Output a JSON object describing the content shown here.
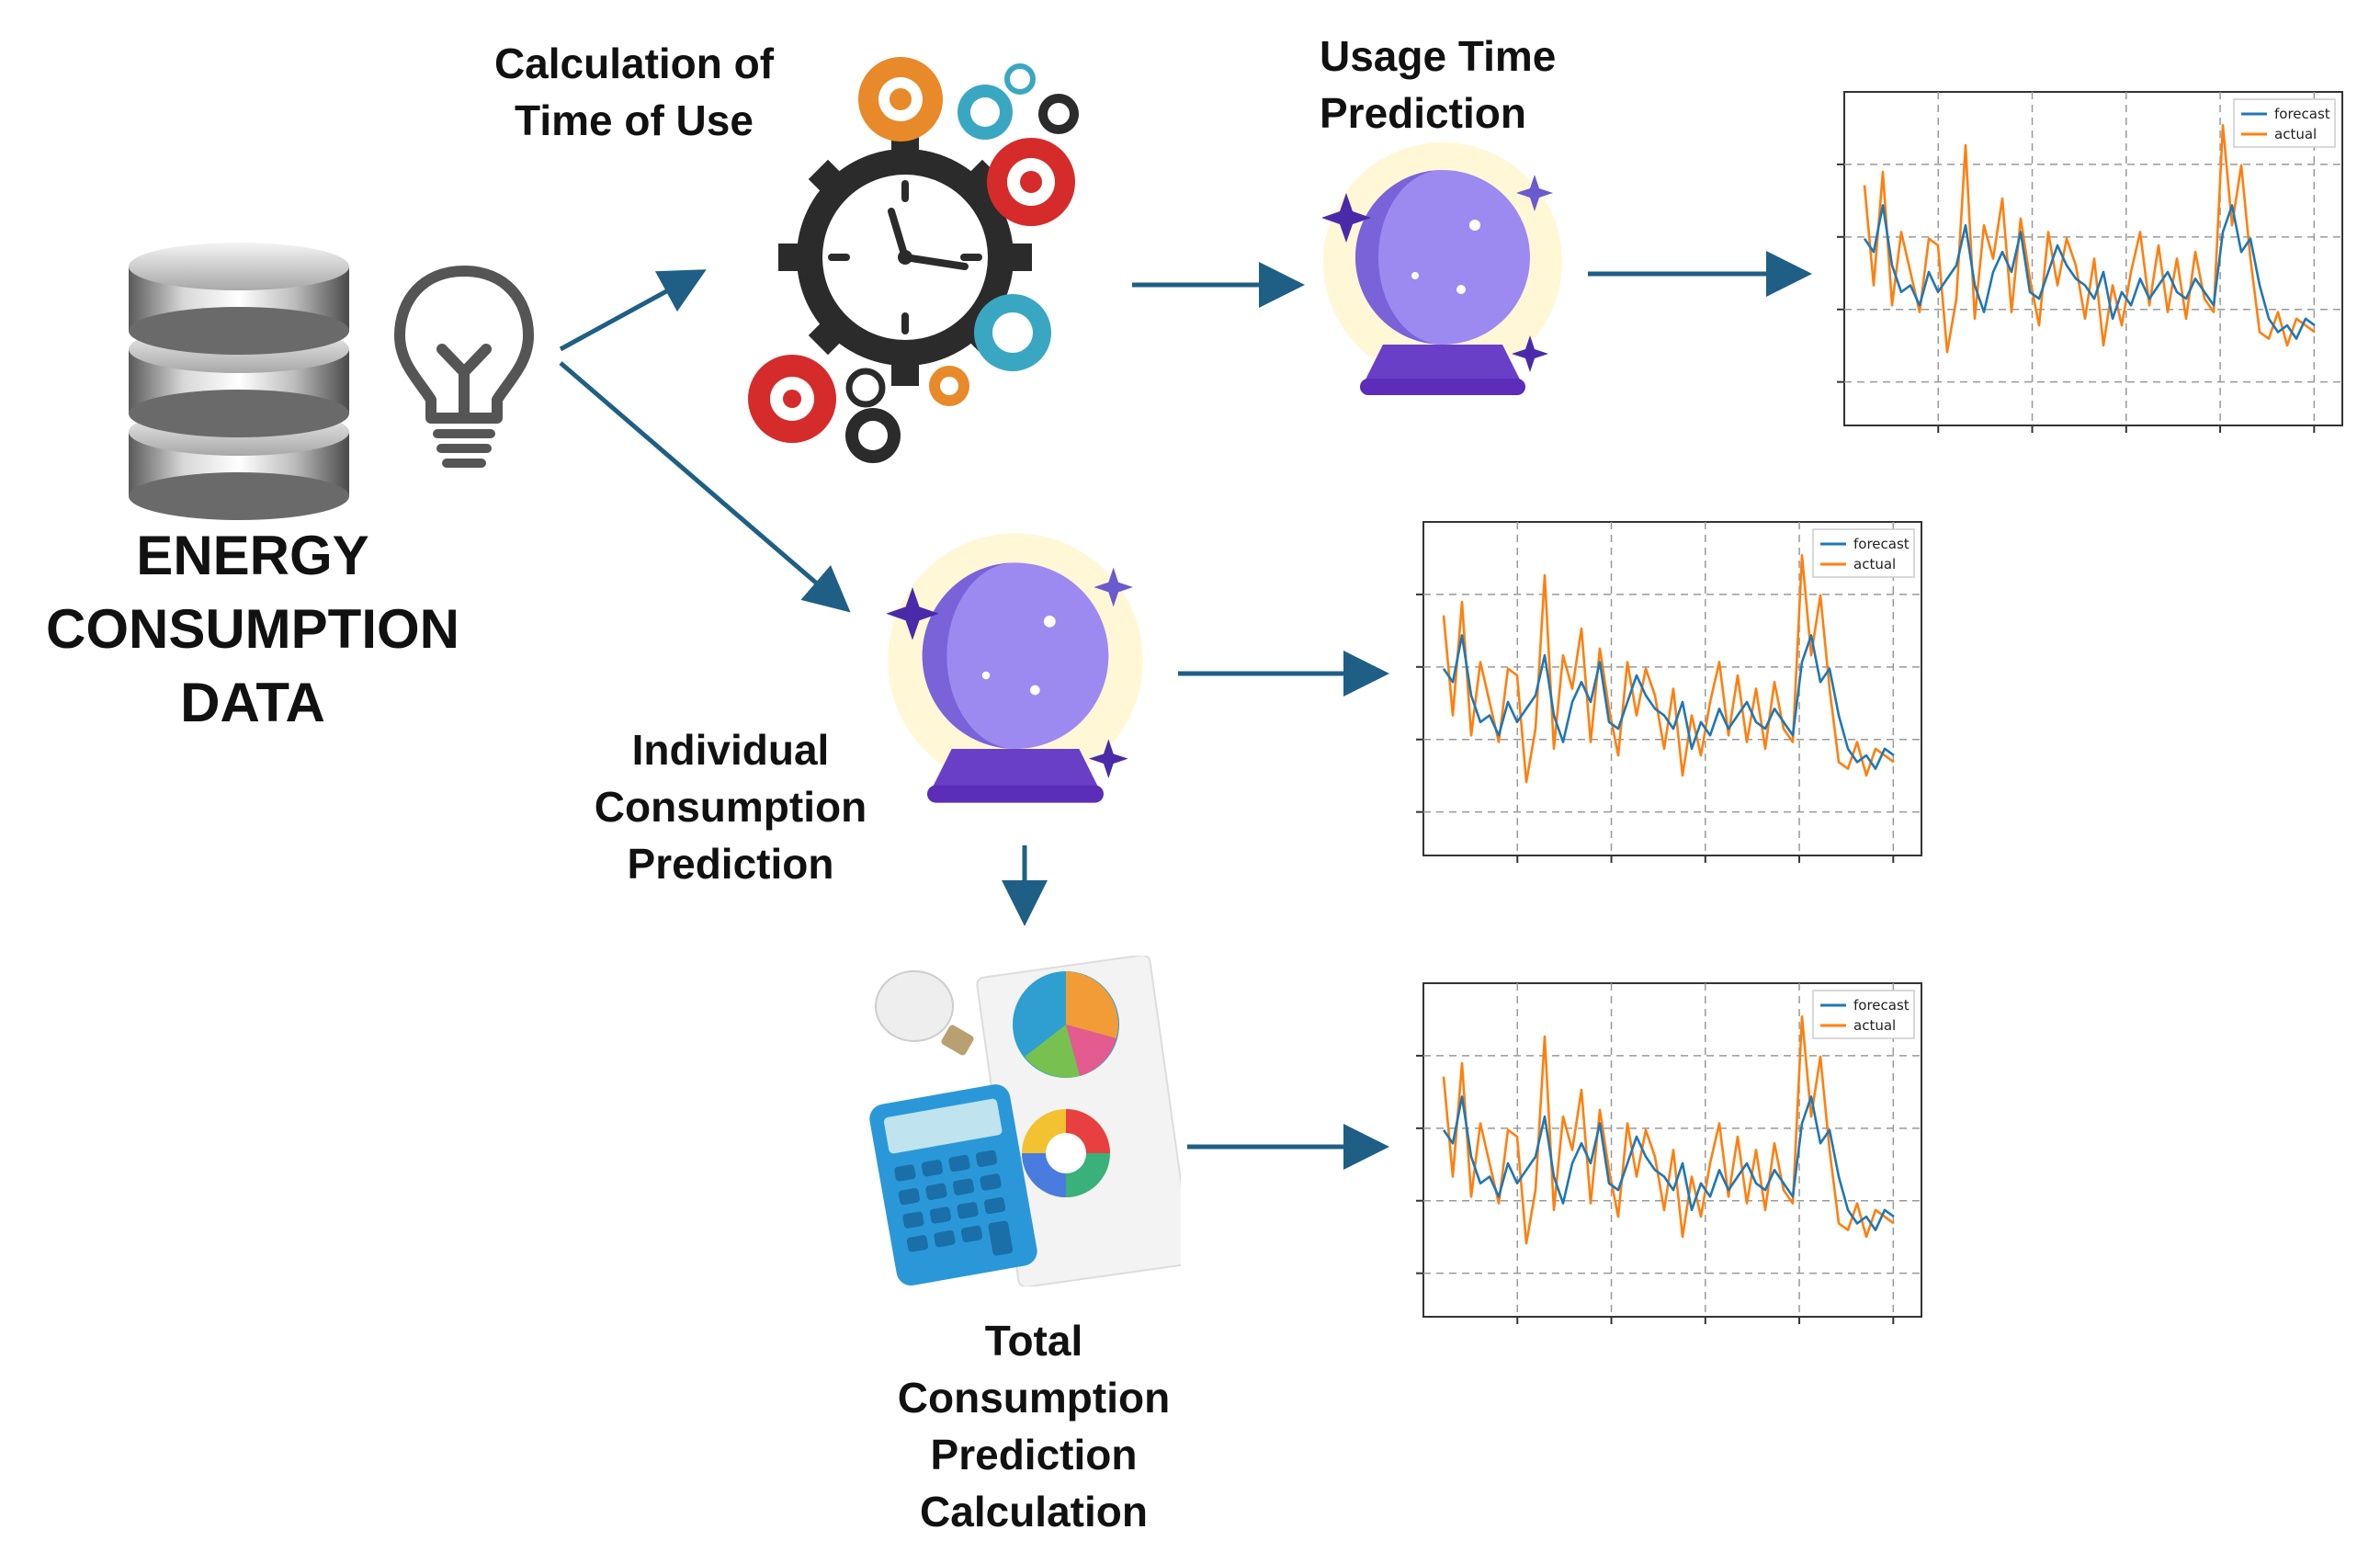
{
  "labels": {
    "energy_data": [
      "ENERGY",
      "CONSUMPTION",
      "DATA"
    ],
    "time_of_use": [
      "Calculation of",
      "Time of Use"
    ],
    "usage_time": [
      "Usage Time",
      "Prediction"
    ],
    "individual": [
      "Individual",
      "Consumption",
      "Prediction"
    ],
    "total": [
      "Total",
      "Consumption",
      "Prediction",
      "Calculation"
    ]
  },
  "colors": {
    "arrow": "#1f5f85",
    "forecast": "#1f77b4",
    "actual": "#ff7f0e"
  },
  "icons": [
    "database-icon",
    "light-bulb-icon",
    "clock-gears-icon",
    "crystal-ball-icon",
    "calculator-charts-icon"
  ],
  "chart_data": [
    {
      "type": "line",
      "series": [
        {
          "name": "forecast",
          "values": [
            5.6,
            5.2,
            6.6,
            4.8,
            4.0,
            4.2,
            3.6,
            4.6,
            4.0,
            4.4,
            4.8,
            6.0,
            4.2,
            3.4,
            4.6,
            5.2,
            4.6,
            5.8,
            4.0,
            3.8,
            4.6,
            5.4,
            4.8,
            4.4,
            4.2,
            3.8,
            4.6,
            3.2,
            4.0,
            3.6,
            4.4,
            3.8,
            4.2,
            4.6,
            4.0,
            3.8,
            4.4,
            4.0,
            3.6,
            5.8,
            6.6,
            5.2,
            5.6,
            4.2,
            3.2,
            2.8,
            3.0,
            2.6,
            3.2,
            3.0
          ]
        },
        {
          "name": "actual",
          "values": [
            7.2,
            4.2,
            7.6,
            3.6,
            5.8,
            4.6,
            3.4,
            5.6,
            5.4,
            2.2,
            3.8,
            8.4,
            3.2,
            6.0,
            5.0,
            6.8,
            3.4,
            6.2,
            4.4,
            3.0,
            5.8,
            4.2,
            5.6,
            4.8,
            3.2,
            5.0,
            2.4,
            4.2,
            3.0,
            4.6,
            5.8,
            3.6,
            5.4,
            3.4,
            5.0,
            3.2,
            5.2,
            3.8,
            3.4,
            9.0,
            6.0,
            7.8,
            5.0,
            2.8,
            2.6,
            3.4,
            2.4,
            3.2,
            3.0,
            2.8
          ]
        }
      ]
    },
    {
      "type": "line",
      "series": [
        {
          "name": "forecast",
          "values": [
            5.6,
            5.2,
            6.6,
            4.8,
            4.0,
            4.2,
            3.6,
            4.6,
            4.0,
            4.4,
            4.8,
            6.0,
            4.2,
            3.4,
            4.6,
            5.2,
            4.6,
            5.8,
            4.0,
            3.8,
            4.6,
            5.4,
            4.8,
            4.4,
            4.2,
            3.8,
            4.6,
            3.2,
            4.0,
            3.6,
            4.4,
            3.8,
            4.2,
            4.6,
            4.0,
            3.8,
            4.4,
            4.0,
            3.6,
            5.8,
            6.6,
            5.2,
            5.6,
            4.2,
            3.2,
            2.8,
            3.0,
            2.6,
            3.2,
            3.0
          ]
        },
        {
          "name": "actual",
          "values": [
            7.2,
            4.2,
            7.6,
            3.6,
            5.8,
            4.6,
            3.4,
            5.6,
            5.4,
            2.2,
            3.8,
            8.4,
            3.2,
            6.0,
            5.0,
            6.8,
            3.4,
            6.2,
            4.4,
            3.0,
            5.8,
            4.2,
            5.6,
            4.8,
            3.2,
            5.0,
            2.4,
            4.2,
            3.0,
            4.6,
            5.8,
            3.6,
            5.4,
            3.4,
            5.0,
            3.2,
            5.2,
            3.8,
            3.4,
            9.0,
            6.0,
            7.8,
            5.0,
            2.8,
            2.6,
            3.4,
            2.4,
            3.2,
            3.0,
            2.8
          ]
        }
      ]
    },
    {
      "type": "line",
      "series": [
        {
          "name": "forecast",
          "values": [
            5.6,
            5.2,
            6.6,
            4.8,
            4.0,
            4.2,
            3.6,
            4.6,
            4.0,
            4.4,
            4.8,
            6.0,
            4.2,
            3.4,
            4.6,
            5.2,
            4.6,
            5.8,
            4.0,
            3.8,
            4.6,
            5.4,
            4.8,
            4.4,
            4.2,
            3.8,
            4.6,
            3.2,
            4.0,
            3.6,
            4.4,
            3.8,
            4.2,
            4.6,
            4.0,
            3.8,
            4.4,
            4.0,
            3.6,
            5.8,
            6.6,
            5.2,
            5.6,
            4.2,
            3.2,
            2.8,
            3.0,
            2.6,
            3.2,
            3.0
          ]
        },
        {
          "name": "actual",
          "values": [
            7.2,
            4.2,
            7.6,
            3.6,
            5.8,
            4.6,
            3.4,
            5.6,
            5.4,
            2.2,
            3.8,
            8.4,
            3.2,
            6.0,
            5.0,
            6.8,
            3.4,
            6.2,
            4.4,
            3.0,
            5.8,
            4.2,
            5.6,
            4.8,
            3.2,
            5.0,
            2.4,
            4.2,
            3.0,
            4.6,
            5.8,
            3.6,
            5.4,
            3.4,
            5.0,
            3.2,
            5.2,
            3.8,
            3.4,
            9.0,
            6.0,
            7.8,
            5.0,
            2.8,
            2.6,
            3.4,
            2.4,
            3.2,
            3.0,
            2.8
          ]
        }
      ]
    }
  ]
}
